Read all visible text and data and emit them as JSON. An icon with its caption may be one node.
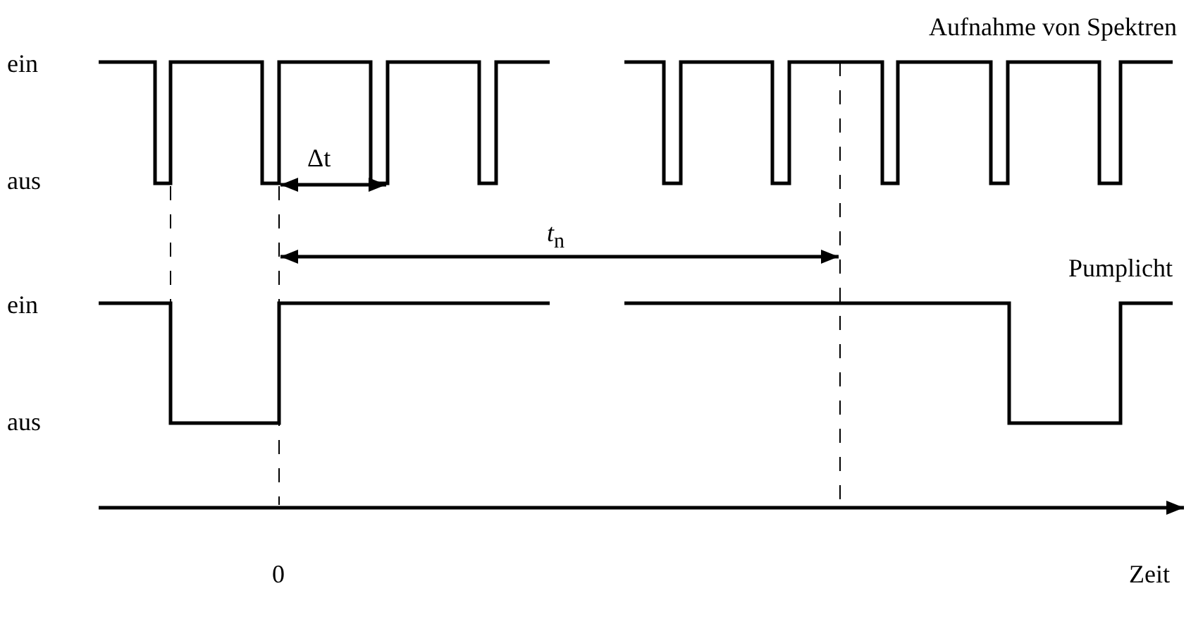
{
  "diagram": {
    "labels": [
      "Aufnahme von Spektren",
      "ein",
      "Δt",
      "aus",
      "*t*$_{n}$",
      "Pumplicht",
      "ein",
      "aus",
      "0",
      "Zeit"
    ]
  }
}
